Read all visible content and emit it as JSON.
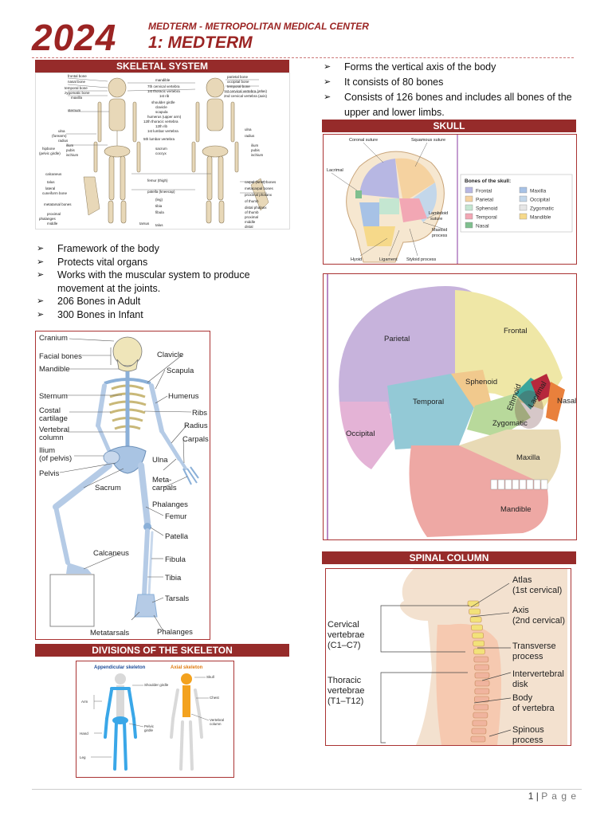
{
  "header": {
    "year": "2024",
    "subtitle": "MEDTERM - METROPOLITAN MEDICAL CENTER",
    "title": "1: MEDTERM"
  },
  "sections": {
    "skeletal_system": "SKELETAL SYSTEM",
    "skull": "SKULL",
    "spinal_column": "SPINAL COLUMN",
    "divisions": "DIVISIONS OF THE SKELETON"
  },
  "bullets_left": [
    "Framework of the body",
    "Protects vital organs",
    "Works with the muscular system to produce movement at the joints.",
    "206 Bones in Adult",
    "300 Bones in Infant"
  ],
  "bullets_right": [
    "Forms the vertical axis of the body",
    "It consists of 80 bones",
    "Consists of 126 bones and includes all bones of the upper and lower limbs."
  ],
  "skeleton_labels": {
    "left": [
      "Cranium",
      "Facial bones",
      "Mandible",
      "Sternum",
      "Costal cartilage",
      "Vertebral column",
      "Ilium (of pelvis)",
      "Pelvis",
      "Sacrum",
      "Calcaneus",
      "Metatarsals"
    ],
    "right": [
      "Clavicle",
      "Scapula",
      "Humerus",
      "Ribs",
      "Radius",
      "Carpals",
      "Ulna",
      "Meta- carpals",
      "Phalanges",
      "Femur",
      "Patella",
      "Fibula",
      "Tibia",
      "Tarsals",
      "Phalanges"
    ]
  },
  "skull_small": {
    "labels": [
      "Coronal suture",
      "Squamous suture",
      "Lacrimal",
      "Lambdoid suture",
      "Mastoid process",
      "Hyoid",
      "Ligament",
      "Styloid process"
    ],
    "legend_title": "Bones of the skull:",
    "legend": [
      {
        "name": "Frontal",
        "color": "#b7b7e3"
      },
      {
        "name": "Maxilla",
        "color": "#a7c2e6"
      },
      {
        "name": "Parietal",
        "color": "#f5d2a0"
      },
      {
        "name": "Occipital",
        "color": "#c3d7ea"
      },
      {
        "name": "Sphenoid",
        "color": "#c4e6d1"
      },
      {
        "name": "Zygomatic",
        "color": "#e6e6e6"
      },
      {
        "name": "Temporal",
        "color": "#f2a7b4"
      },
      {
        "name": "Mandible",
        "color": "#f6d98a"
      },
      {
        "name": "Nasal",
        "color": "#7fbf8e"
      }
    ]
  },
  "skull_large": {
    "labels": [
      "Parietal",
      "Frontal",
      "Sphenoid",
      "Temporal",
      "Ethmoid",
      "Lacrimal",
      "Nasal",
      "Occipital",
      "Zygomatic",
      "Maxilla",
      "Mandible"
    ]
  },
  "spine": {
    "labels": [
      "Atlas",
      "(1st cervical)",
      "Axis",
      "(2nd cervical)",
      "Cervical",
      "vertebrae",
      "(C1–C7)",
      "Transverse",
      "process",
      "Intervertebral",
      "disk",
      "Body",
      "of vertebra",
      "Thoracic",
      "vertebrae",
      "(T1–T12)",
      "Spinous",
      "process"
    ]
  },
  "divisions": {
    "appendicular": "Appendicular skeleton",
    "axial": "Axial skeleton",
    "left_labels": [
      "Arm",
      "Hand",
      "Leg"
    ],
    "mid_labels": [
      "Shoulder girdle",
      "Pelvic girdle"
    ],
    "right_labels": [
      "Skull",
      "Chest",
      "Vertebral column"
    ]
  },
  "footer": {
    "page": "1",
    "page_word": "P a g e"
  }
}
